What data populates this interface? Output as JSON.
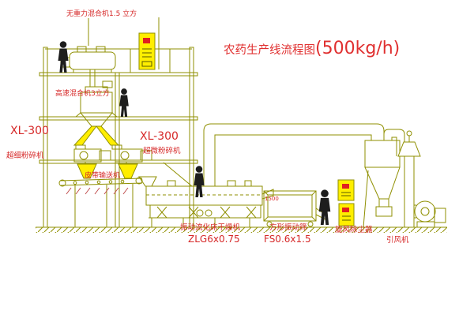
{
  "title": {
    "prefix": "农药生产线流程图",
    "capacity": "(500kg/h)"
  },
  "labels": {
    "gravity_mixer": "无重力混合机1.5 立方",
    "high_speed_mixer": "高速混合机3立方",
    "left_mill_model": "XL-300",
    "left_mill_name": "超细粉碎机",
    "mid_mill_model": "XL-300",
    "mid_mill_name": "超微粉碎机",
    "belt_conveyor": "皮带输送机",
    "dryer_name": "振动流化床干燥机",
    "dryer_model": "ZLG6x0.75",
    "sieve_dimension": "1500",
    "sieve_name": "方形振动筛",
    "sieve_model": "FS0.6x1.5",
    "cyclone_name": "旋风除尘器",
    "fan_name": "引风机"
  },
  "colors": {
    "line_olive": "#8f8f00",
    "label_red": "#d62828",
    "title_red": "#e03030",
    "cabinet_yellow": "#ffee00",
    "figure_black": "#1d1d1d",
    "background": "#ffffff"
  }
}
